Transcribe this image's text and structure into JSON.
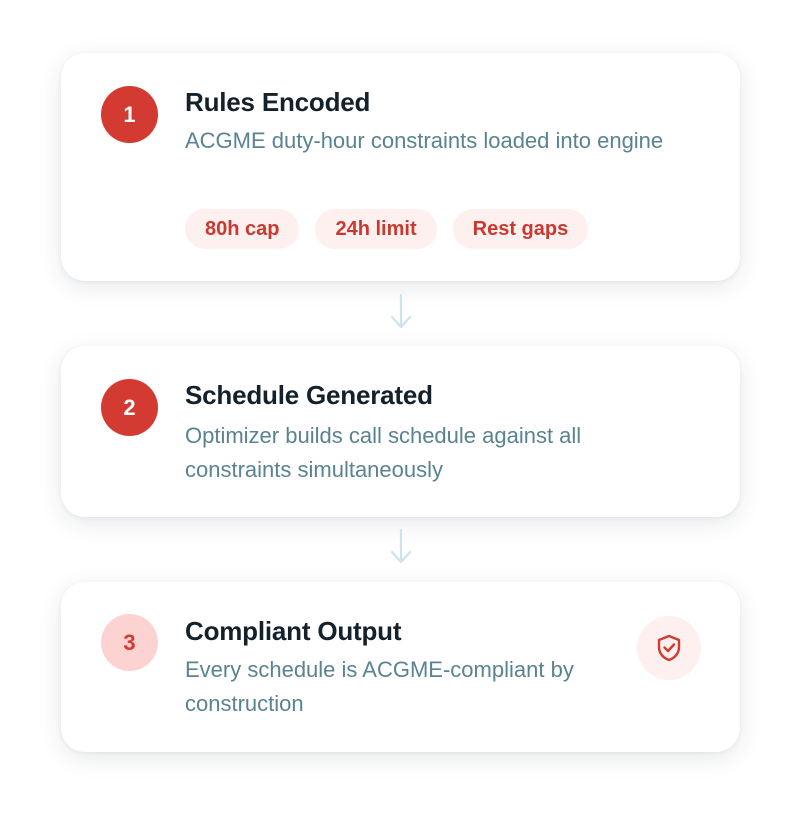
{
  "steps": [
    {
      "number": "1",
      "title": "Rules Encoded",
      "description": "ACGME duty-hour constraints loaded into engine",
      "tags": [
        "80h cap",
        "24h limit",
        "Rest gaps"
      ]
    },
    {
      "number": "2",
      "title": "Schedule Generated",
      "description": "Optimizer builds call schedule against all constraints simultaneously"
    },
    {
      "number": "3",
      "title": "Compliant Output",
      "description": "Every schedule is ACGME-compliant by construction",
      "icon": "shield-check-icon"
    }
  ],
  "colors": {
    "accent": "#d23a32",
    "accent_soft": "#fdd3d2",
    "tag_bg": "#fdf0ef",
    "title": "#14212b",
    "description": "#5a8391",
    "connector": "#cfe3ec"
  }
}
